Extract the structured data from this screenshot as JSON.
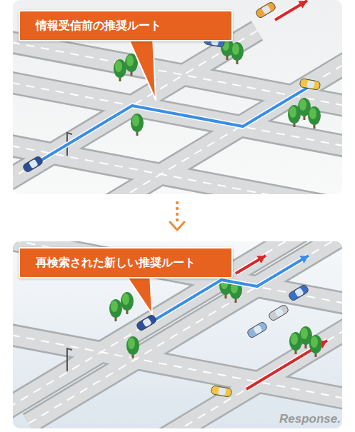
{
  "diagram": {
    "nodes": [
      {
        "text": [
          "情報受信前の推奨ルート"
        ]
      },
      {
        "text": [
          "再検索された新しい推奨ルート"
        ]
      }
    ],
    "labels": [
      "Response."
    ]
  }
}
